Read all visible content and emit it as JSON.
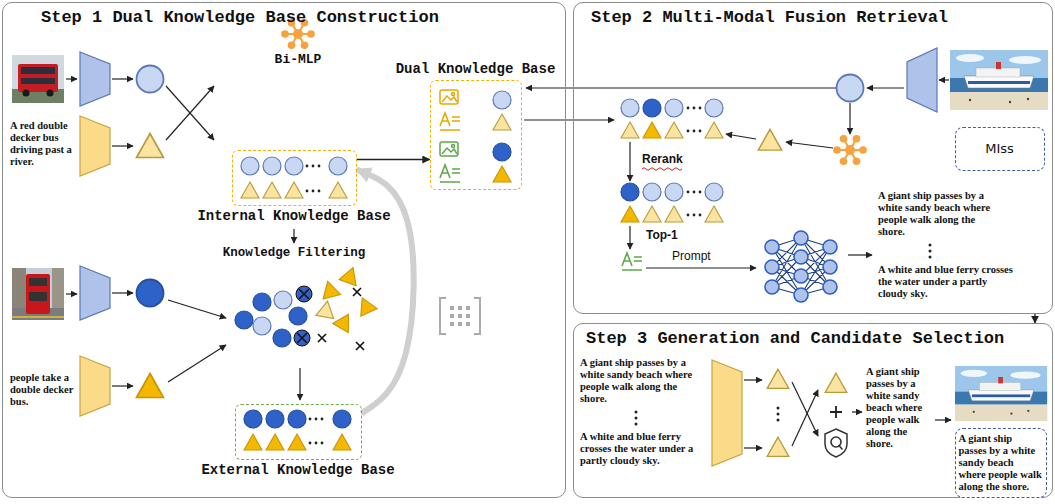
{
  "diagram": {
    "nodes": [
      {
        "text": [
          "Step 1 Dual Knowledge Base Construction"
        ]
      },
      {
        "text": [
          "Internal Knowledge Base"
        ],
        "in": 0
      },
      {
        "text": [
          "External Knowledge Base"
        ],
        "in": 0
      },
      {
        "text": [
          "Dual Knowledge Base"
        ],
        "in": 0
      },
      {
        "text": [
          "Step 2 Multi-Modal Fusion Retrieval"
        ]
      },
      {
        "text": [
          "MIss"
        ],
        "in": 4
      },
      {
        "text": [
          "Step 3 Generation and Candidate Selection"
        ]
      },
      {
        "text": [
          "A giant ship passes by a white sandy beach where people walk along the shore."
        ],
        "in": 6
      }
    ],
    "edges": [
      {
        "from": 1,
        "to": 3,
        "arrow": "to"
      },
      {
        "from": 2,
        "to": 1,
        "arrow": "to"
      },
      {
        "from": 4,
        "to": 6,
        "arrow": "to"
      }
    ],
    "labels": [
      "A red double decker bus driving past a river.",
      "Bi-MLP",
      "Knowledge Filtering",
      "people take a double decker bus.",
      "Rerank",
      "Top-1",
      "Prompt",
      "A giant ship passes by a white sandy beach where people walk along the shore.",
      "A white and blue ferry crosses the water under a partly cloudy sky.",
      "A giant ship passes by a white sandy beach where people walk along the shore.",
      "A white and blue ferry crosses the water under a partly cloudy sky.",
      "A giant ship passes by a white sandy beach where people walk along the shore."
    ]
  }
}
